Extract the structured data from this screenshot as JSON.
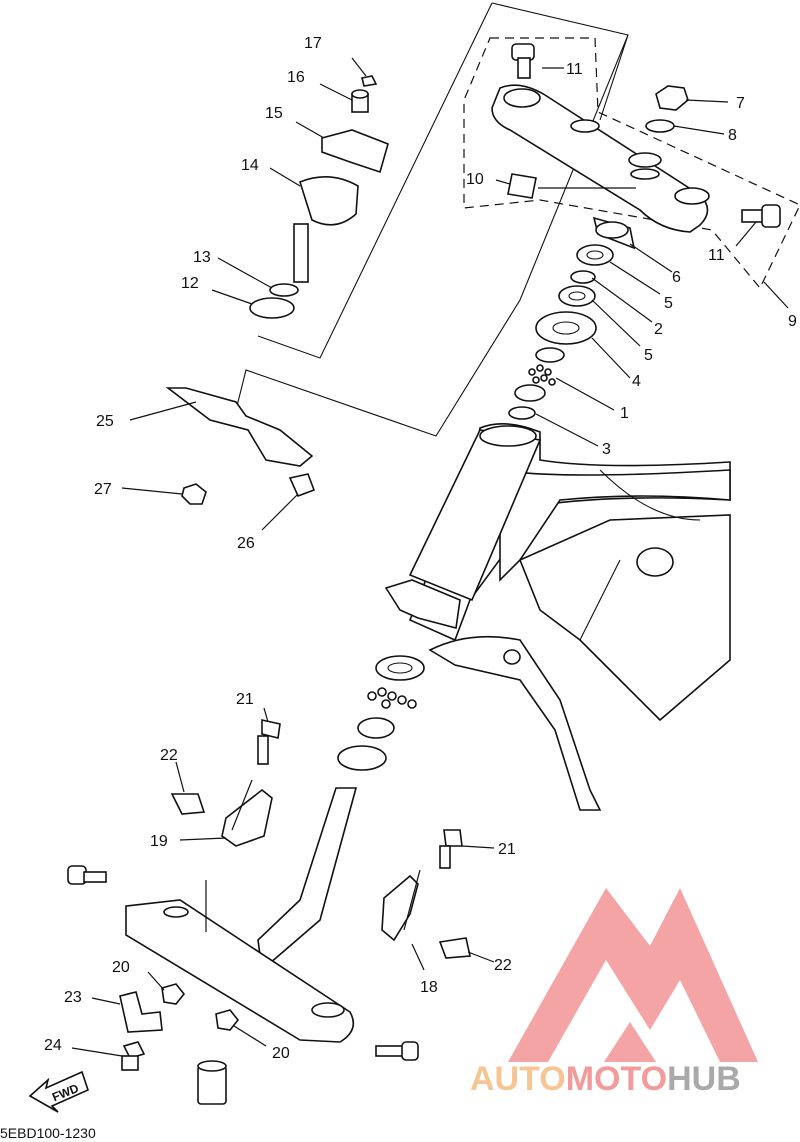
{
  "diagram": {
    "drawing_code": "5EBD100-1230",
    "fwd_label": "FWD",
    "callouts": {
      "c17": "17",
      "c16": "16",
      "c15": "15",
      "c14": "14",
      "c13": "13",
      "c12": "12",
      "c11a": "11",
      "c11b": "11",
      "c7": "7",
      "c8": "8",
      "c10": "10",
      "c9": "9",
      "c6": "6",
      "c5a": "5",
      "c2": "2",
      "c5b": "5",
      "c4": "4",
      "c1": "1",
      "c3": "3",
      "c25": "25",
      "c27": "27",
      "c26": "26",
      "c21a": "21",
      "c22a": "22",
      "c19": "19",
      "c21b": "21",
      "c22b": "22",
      "c18": "18",
      "c20a": "20",
      "c23": "23",
      "c20b": "20",
      "c24": "24"
    }
  },
  "watermark": {
    "word_1": "AUTO",
    "word_2": "MOTO",
    "word_3": "HUB",
    "color_red": "#f39a9a",
    "color_orange": "#f7c493",
    "color_gray": "#a9a9a9"
  }
}
